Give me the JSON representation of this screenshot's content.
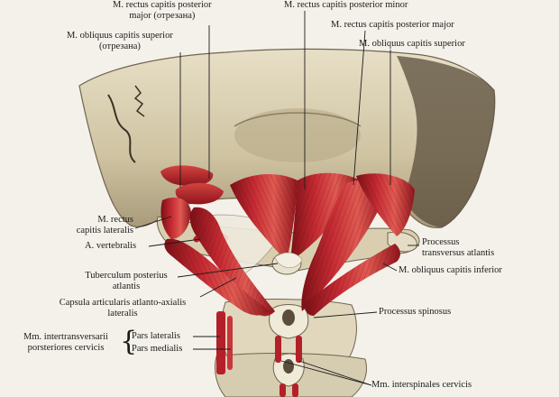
{
  "labels": {
    "rect_post_major_cut": "M. rectus capitis posterior",
    "rect_post_major_cut_2": "major (отрезана)",
    "rect_post_minor": "M. rectus capitis posterior minor",
    "rect_post_major": "M. rectus capitis posterior major",
    "obl_sup_cut": "M. obliquus capitis superior",
    "obl_sup_cut_2": "(отрезана)",
    "obl_sup": "M. obliquus capitis superior",
    "rect_lat_1": "M. rectus",
    "rect_lat_2": "capitis lateralis",
    "a_vertebralis": "A. vertebralis",
    "proc_transv_1": "Processus",
    "proc_transv_2": "transversus atlantis",
    "obl_inf": "M. obliquus capitis inferior",
    "tuberculum_1": "Tuberculum posterius",
    "tuberculum_2": "atlantis",
    "capsula_1": "Capsula articularis atlanto-axialis",
    "capsula_2": "lateralis",
    "proc_spin": "Processus spinosus",
    "intertransv_1": "Mm. intertransversarii",
    "intertransv_2": "porsteriores cervicis",
    "pars_lat": "Pars lateralis",
    "pars_med": "Pars medialis",
    "interspinales": "Mm. interspinales cervicis"
  },
  "colors": {
    "bone": "#ddd3b6",
    "bone_shadow": "#9d9075",
    "bone_dark": "#4a4033",
    "muscle": "#b8202a",
    "muscle_light": "#e0564f",
    "muscle_dark": "#7a1016",
    "tendon": "#e9e4d8",
    "leader": "#1b1b1b"
  }
}
